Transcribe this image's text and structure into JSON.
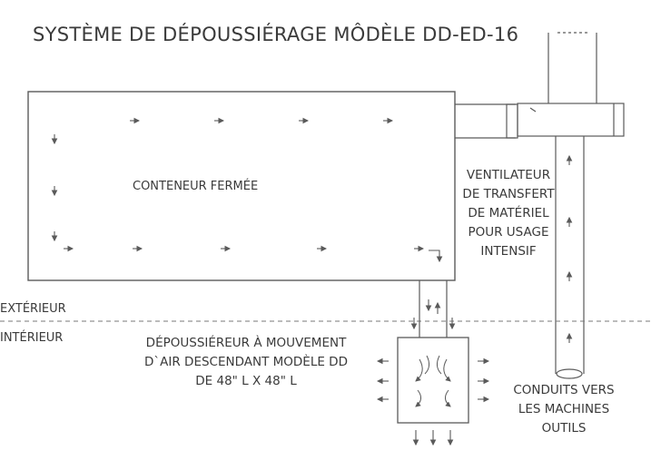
{
  "title": "SYSTÈME DE DÉPOUSSIÉRAGE MÔDÈLE DD-ED-16",
  "labels": {
    "container": "CONTENEUR FERMÉE",
    "fan_lines": [
      "VENTILATEUR",
      "DE TRANSFERT",
      "DE MATÉRIEL",
      "POUR USAGE",
      "INTENSIF"
    ],
    "exterior": "EXTÉRIEUR",
    "interior": "INTÉRIEUR",
    "collector_lines": [
      "DÉPOUSSIÉREUR À MOUVEMENT",
      "D`AIR DESCENDANT MODÈLE DD",
      "DE 48\" L X 48\" L"
    ],
    "ducts_lines": [
      "CONDUITS VERS",
      "LES MACHINES",
      "OUTILS"
    ]
  },
  "colors": {
    "line": "#5a5a5a",
    "text": "#3a3a3a",
    "background": "#ffffff"
  }
}
